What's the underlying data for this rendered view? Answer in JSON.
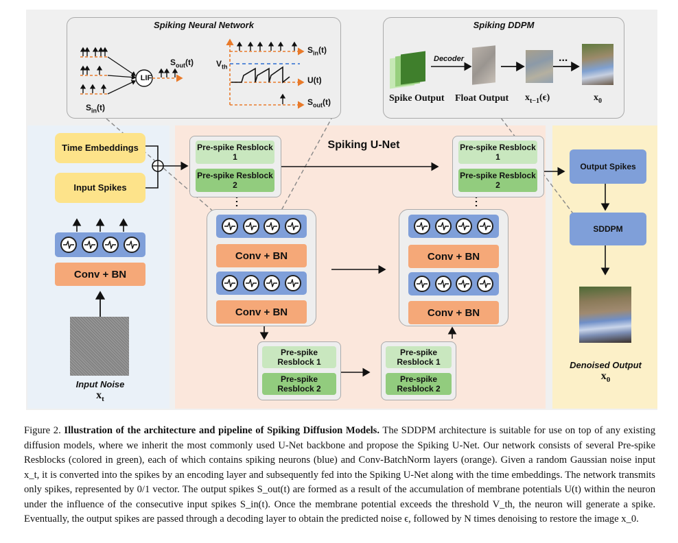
{
  "snn_panel": {
    "title": "Spiking Neural Network",
    "lif_label": "LIF",
    "sin_label": "S",
    "sin_sub": "in",
    "sin_suffix": "(t)",
    "sout_label": "S",
    "sout_sub": "out",
    "sout_suffix": "(t)",
    "vth_label": "V",
    "vth_sub": "th",
    "u_label": "U(t)"
  },
  "ddpm_panel": {
    "title": "Spiking DDPM",
    "decoder_label": "Decoder",
    "ellipsis": "...",
    "spike_output_label": "Spike Output",
    "float_output_label": "Float Output",
    "xt1_label": "x",
    "xt1_sub": "t−1",
    "xt1_suffix": "(ϵ)",
    "x0_label": "x",
    "x0_sub": "0"
  },
  "left_panel": {
    "time_embeddings": "Time Embeddings",
    "input_spikes": "Input Spikes",
    "conv_bn": "Conv + BN",
    "input_noise_label": "Input Noise",
    "xt_label": "x",
    "xt_sub": "t"
  },
  "unet": {
    "title": "Spiking U-Net",
    "resblock1": "Pre-spike Resblock 1",
    "resblock2": "Pre-spike Resblock 2",
    "conv_bn": "Conv + BN"
  },
  "right_panel": {
    "output_spikes": "Output Spikes",
    "sddpm": "SDDPM",
    "denoised_label": "Denoised Output",
    "x0_label": "x",
    "x0_sub": "0"
  },
  "caption": {
    "fig_num": "Figure 2.",
    "bold_title": "Illustration of the architecture and pipeline of Spiking Diffusion Models.",
    "body": "The SDDPM architecture is suitable for use on top of any existing diffusion models, where we inherit the most commonly used U-Net backbone and propose the Spiking U-Net. Our network consists of several Pre-spike Resblocks (colored in green), each of which contains spiking neurons (blue) and Conv-BatchNorm layers (orange). Given a random Gaussian noise input x_t, it is converted into the spikes by an encoding layer and subsequently fed into the Spiking U-Net along with the time embeddings. The network transmits only spikes, represented by 0/1 vector. The output spikes S_out(t) are formed as a result of the accumulation of membrane potentials U(t) within the neuron under the influence of the consecutive input spikes S_in(t). Once the membrane potential exceeds the threshold V_th, the neuron will generate a spike. Eventually, the output spikes are passed through a decoding layer to obtain the predicted noise ϵ, followed by N times denoising to restore the image x_0."
  },
  "colors": {
    "yellow": "#fde38a",
    "orange": "#f5a878",
    "blue": "#7f9fd9",
    "light_green": "#c9e7bf",
    "dark_green": "#92cc7e",
    "left_bg": "#eaf1f8",
    "unet_bg": "#fbe7dc",
    "right_bg": "#fcf0c8",
    "spike_orange": "#e87a2a"
  }
}
